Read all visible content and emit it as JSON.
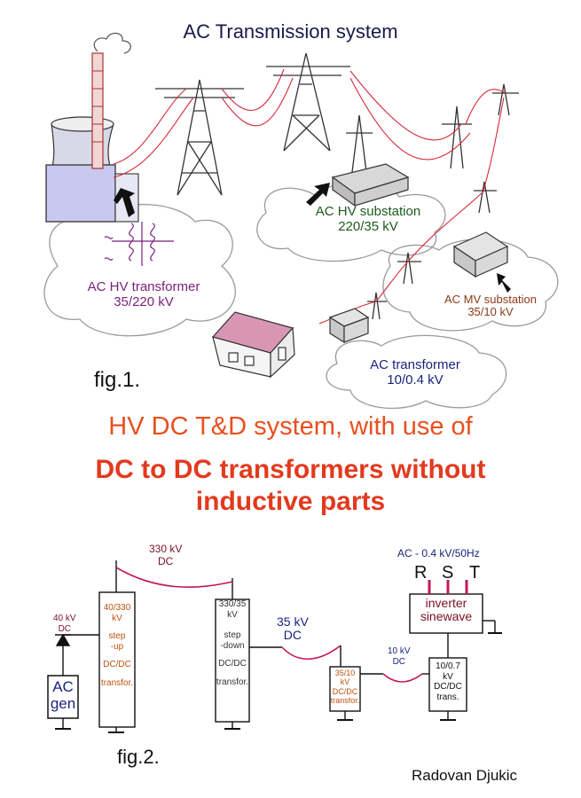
{
  "title": "AC Transmission system",
  "fig1": {
    "label": "fig.1.",
    "ac_hv_transformer": {
      "line1": "AC HV transformer",
      "line2": "35/220 kV"
    },
    "ac_hv_substation": {
      "line1": "AC HV substation",
      "line2": "220/35 kV"
    },
    "ac_mv_substation": {
      "line1": "AC MV substation",
      "line2": "35/10 kV"
    },
    "ac_transformer": {
      "line1": "AC transformer",
      "line2": "10/0.4 kV"
    }
  },
  "headline": {
    "line1": "HV DC T&D system, with use of",
    "line2a": "DC to DC transformers without",
    "line2b": "inductive parts"
  },
  "fig2": {
    "label": "fig.2.",
    "line_330": {
      "l1": "330 kV",
      "l2": "DC"
    },
    "gen_out": {
      "l1": "40 kV",
      "l2": "DC"
    },
    "ac_gen": {
      "l1": "AC",
      "l2": "gen"
    },
    "stepup": {
      "ratio1": "40/330",
      "ratio2": "kV",
      "l3": "step",
      "l4": "-up",
      "l5": "DC/DC",
      "l6": "transfor."
    },
    "stepdown": {
      "ratio1": "330/35",
      "ratio2": "kV",
      "l3": "step",
      "l4": "-down",
      "l5": "DC/DC",
      "l6": "transfor."
    },
    "line_35": {
      "l1": "35 kV",
      "l2": "DC"
    },
    "box_35_10": {
      "l1": "35/10",
      "l2": "kV",
      "l3": "DC/DC",
      "l4": "transfor."
    },
    "line_10": {
      "l1": "10 kV",
      "l2": "DC"
    },
    "box_10_07": {
      "l1": "10/0.7",
      "l2": "kV",
      "l3": "DC/DC",
      "l4": "trans."
    },
    "ac_out": "AC  - 0.4 kV/50Hz",
    "phase_r": "R",
    "phase_s": "S",
    "phase_t": "T",
    "inverter": {
      "l1": "inverter",
      "l2": "sinewave"
    }
  },
  "author": "Radovan Djukic"
}
